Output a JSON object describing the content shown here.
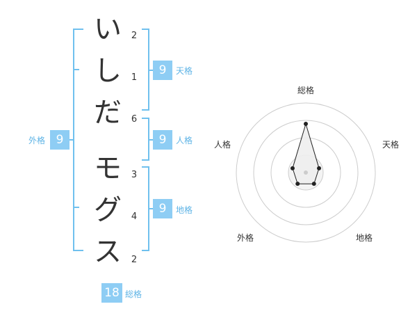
{
  "name_chars": [
    {
      "char": "い",
      "strokes": "2"
    },
    {
      "char": "し",
      "strokes": "1"
    },
    {
      "char": "だ",
      "strokes": "6"
    },
    {
      "char": "モ",
      "strokes": "3"
    },
    {
      "char": "グ",
      "strokes": "4"
    },
    {
      "char": "ス",
      "strokes": "2"
    }
  ],
  "scores": {
    "tenkaku": {
      "value": "9",
      "label": "天格"
    },
    "jinkaku": {
      "value": "9",
      "label": "人格"
    },
    "chikaku": {
      "value": "9",
      "label": "地格"
    },
    "gaikaku": {
      "value": "9",
      "label": "外格"
    },
    "soukaku": {
      "value": "18",
      "label": "総格"
    }
  },
  "colors": {
    "accent": "#8ecdf4",
    "accent_text": "#5fb4e6",
    "bracket": "#6fc0ee",
    "ring": "#cccccc",
    "polygon_fill": "#eeeeee",
    "polygon_stroke": "#222222"
  },
  "chart_data": {
    "type": "radar",
    "axes": [
      "総格",
      "天格",
      "地格",
      "外格",
      "人格"
    ],
    "values": [
      3.5,
      1,
      1,
      1,
      1
    ],
    "r_max": 5,
    "rings": 4
  }
}
